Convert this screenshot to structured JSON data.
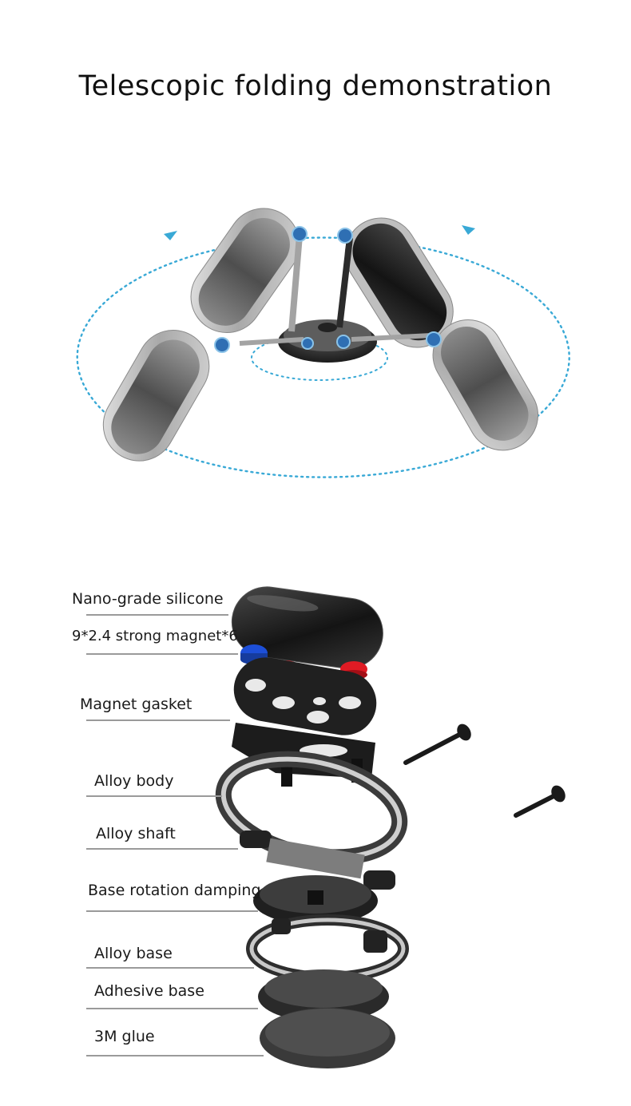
{
  "title": "Telescopic folding demonstration",
  "colors": {
    "accent_dotted": "#39a9d6",
    "magnet_red": "#e01b24",
    "magnet_blue": "#1d4fd8",
    "metal": "#b9b9b9",
    "black": "#111111"
  },
  "parts": [
    {
      "label": "Nano-grade silicone"
    },
    {
      "label": "9*2.4 strong magnet*6"
    },
    {
      "label": "Magnet gasket"
    },
    {
      "label": "Alloy body"
    },
    {
      "label": "Alloy shaft"
    },
    {
      "label": "Base rotation damping"
    },
    {
      "label": "Alloy base"
    },
    {
      "label": "Adhesive base"
    },
    {
      "label": "3M glue"
    }
  ]
}
